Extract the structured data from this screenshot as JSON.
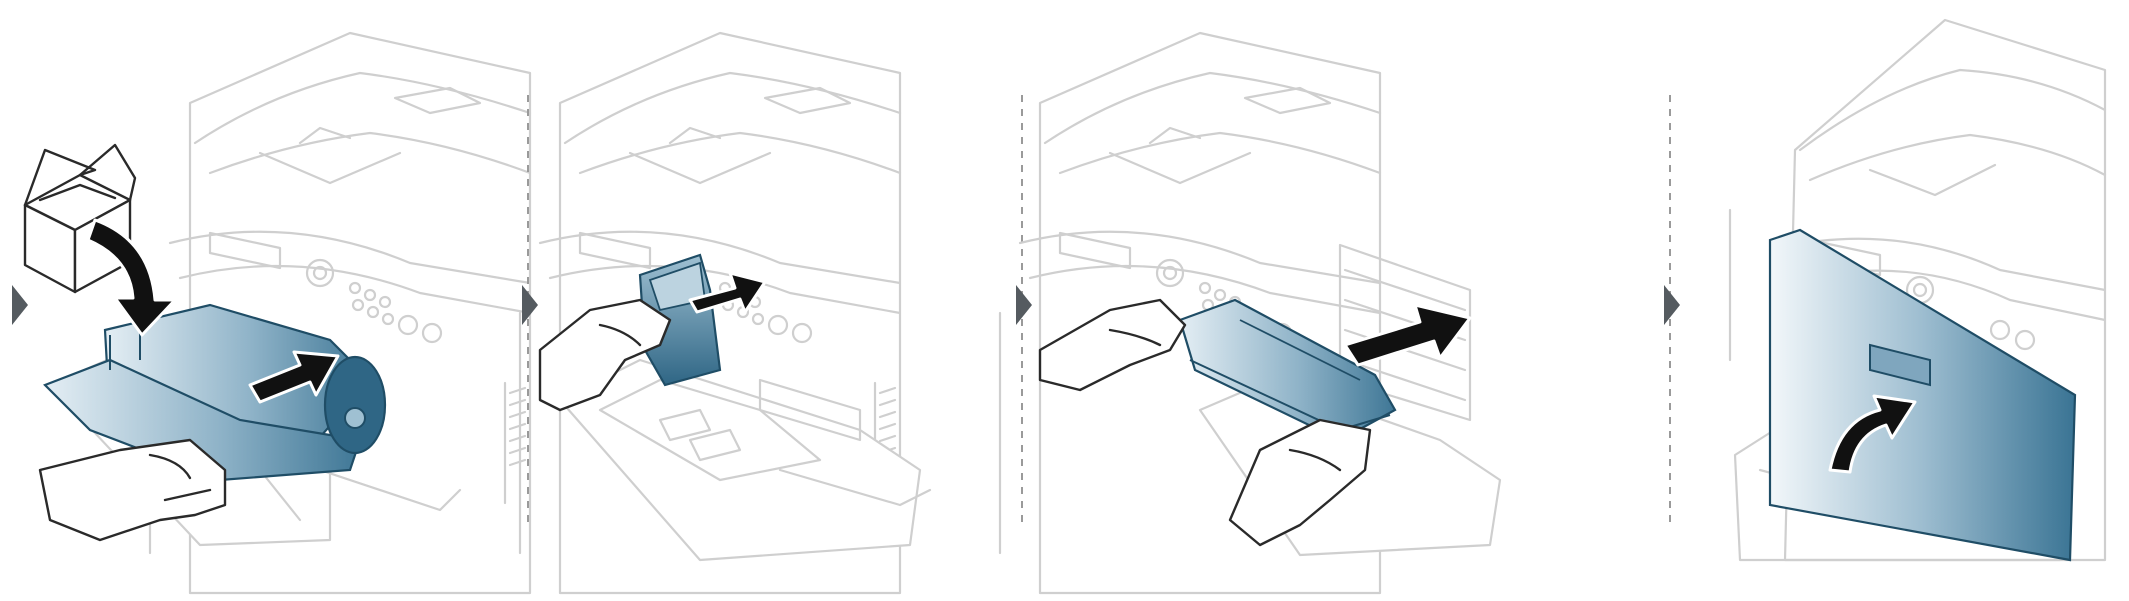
{
  "colors": {
    "part_light": "#dde9f0",
    "part_dark": "#3f7796",
    "part_edge": "#1f4d66",
    "printer_line": "#cfcfcf",
    "outline_dark": "#2a2a2a",
    "arrow": "#111111",
    "step_marker": "#555b60",
    "divider": "#9a9a9a"
  },
  "steps": [
    {
      "icon": "printer-cartridge-unbox-icon",
      "action": "unpack-and-insert"
    },
    {
      "icon": "printer-part-remove-icon",
      "action": "remove-part"
    },
    {
      "icon": "toner-cartridge-insert-icon",
      "action": "insert-cartridge"
    },
    {
      "icon": "printer-front-cover-close-icon",
      "action": "close-cover"
    }
  ],
  "markers": [
    "triangle-right-icon",
    "triangle-right-icon",
    "triangle-right-icon",
    "triangle-right-icon"
  ]
}
